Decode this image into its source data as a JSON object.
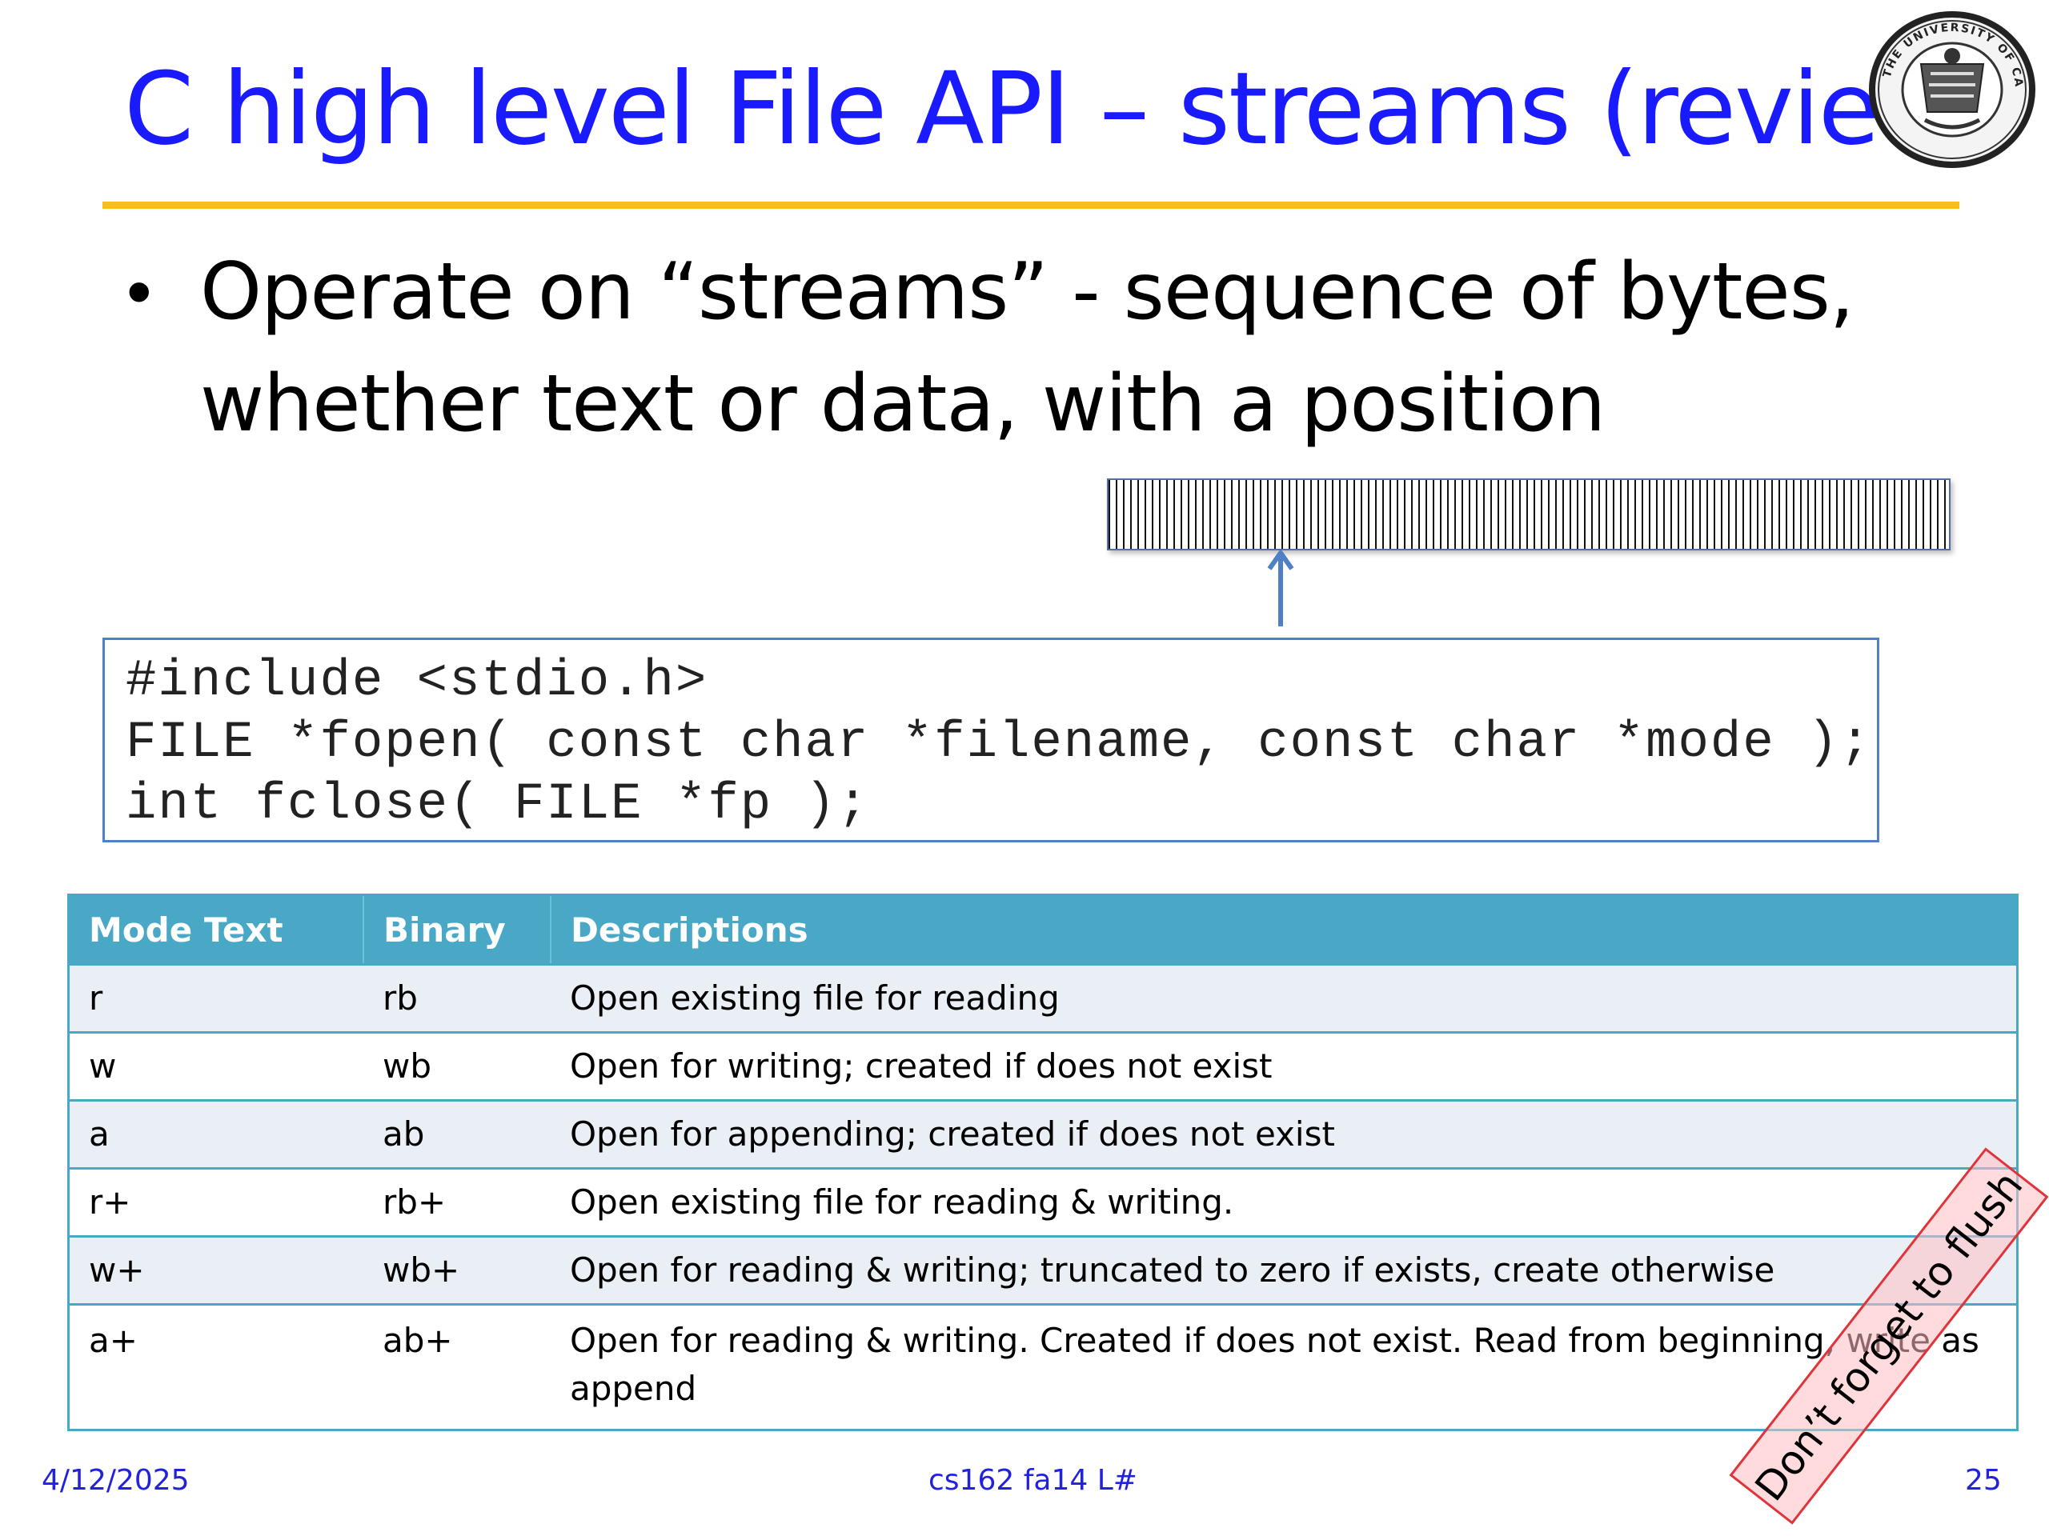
{
  "slide": {
    "title": "C high level File API – streams (review)",
    "bullet": {
      "line1": "Operate on “streams” - sequence of bytes,",
      "line2": "whether text or data, with a position"
    },
    "code": [
      "#include <stdio.h>",
      "FILE *fopen( const char *filename, const char *mode );",
      "int fclose( FILE *fp );"
    ],
    "table": {
      "headers": [
        "Mode Text",
        "Binary",
        "Descriptions"
      ],
      "rows": [
        [
          "r",
          "rb",
          "Open existing file for reading"
        ],
        [
          "w",
          "wb",
          "Open for writing; created if does not exist"
        ],
        [
          "a",
          "ab",
          "Open for appending; created if does not exist"
        ],
        [
          "r+",
          "rb+",
          "Open existing file for reading & writing."
        ],
        [
          "w+",
          "wb+",
          "Open for reading & writing; truncated to zero if exists, create otherwise"
        ],
        [
          "a+",
          "ab+",
          "Open for reading & writing. Created if does not exist. Read from beginning, write as append"
        ]
      ]
    },
    "callout": "Don’t forget to flush",
    "seal_text": "THE UNIVERSITY OF CALIFORNIA",
    "footer": {
      "date": "4/12/2025",
      "course": "cs162 fa14 L#",
      "page": "25"
    },
    "colors": {
      "title": "#1a1aff",
      "rule": "#f2c01a",
      "table_header": "#4aa8c7",
      "callout_border": "#e0333a"
    }
  }
}
